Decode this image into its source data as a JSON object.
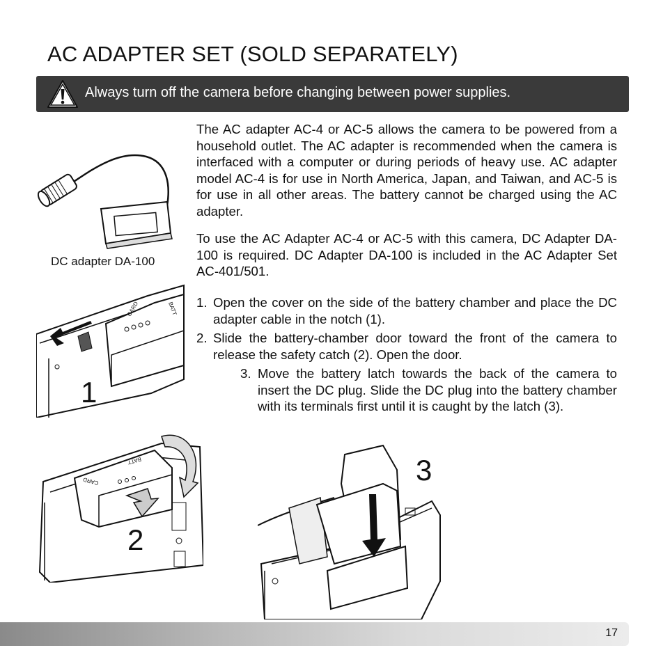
{
  "page": {
    "title": "AC ADAPTER SET (SOLD SEPARATELY)",
    "warning": "Always turn off the camera before changing between power supplies.",
    "paragraphs": [
      "The AC adapter AC-4 or AC-5 allows the camera to be powered from a household outlet. The AC adapter is recommended when the camera is interfaced with a computer or during periods of heavy use. AC adapter model AC-4 is for use in North America, Japan, and Taiwan, and AC-5 is for use in all other areas. The battery cannot be charged using the AC adapter.",
      "To use the AC Adapter AC-4 or AC-5 with this camera, DC Adapter DA-100 is required. DC Adapter DA-100 is included in the AC Adapter Set AC-401/501."
    ],
    "steps": [
      {
        "number": "1.",
        "text": "Open the cover on the side of the battery chamber and place the DC adapter cable in the notch (1)."
      },
      {
        "number": "2.",
        "text": "Slide the battery-chamber door toward the front of the camera to release the safety catch (2). Open the door."
      },
      {
        "number": "3.",
        "text": "Move the battery latch towards the back of the camera to insert the DC plug. Slide the DC plug into the battery chamber with its terminals first until it is caught by the latch (3)."
      }
    ],
    "caption": "DC adapter DA-100",
    "figure_labels": [
      "1",
      "2",
      "3"
    ],
    "illustration_text": {
      "batt": "BATT",
      "card": "CARD"
    },
    "page_number": "17"
  },
  "colors": {
    "warning_bar": "#3a3a3a",
    "warning_text": "#ffffff"
  },
  "icons": {
    "warning": "warning-triangle-icon"
  }
}
